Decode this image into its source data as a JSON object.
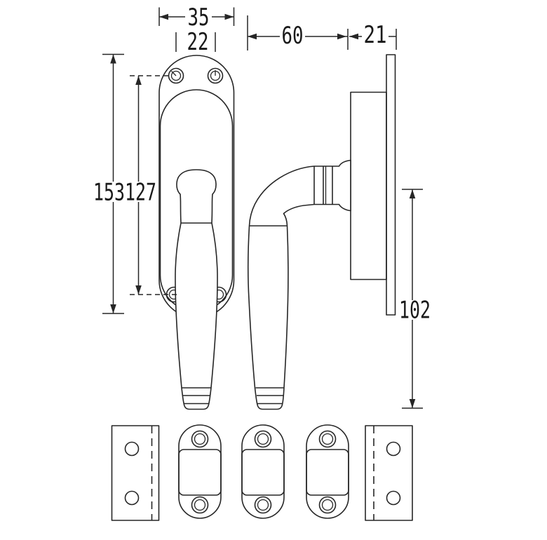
{
  "colors": {
    "line": "#262626",
    "text": "#1a1a1a",
    "background": "#ffffff"
  },
  "dimensions": {
    "plate_width": "35",
    "screw_spacing": "22",
    "projection": "60",
    "depth": "21",
    "plate_height": "153",
    "screw_span": "127",
    "grip_drop": "102"
  }
}
